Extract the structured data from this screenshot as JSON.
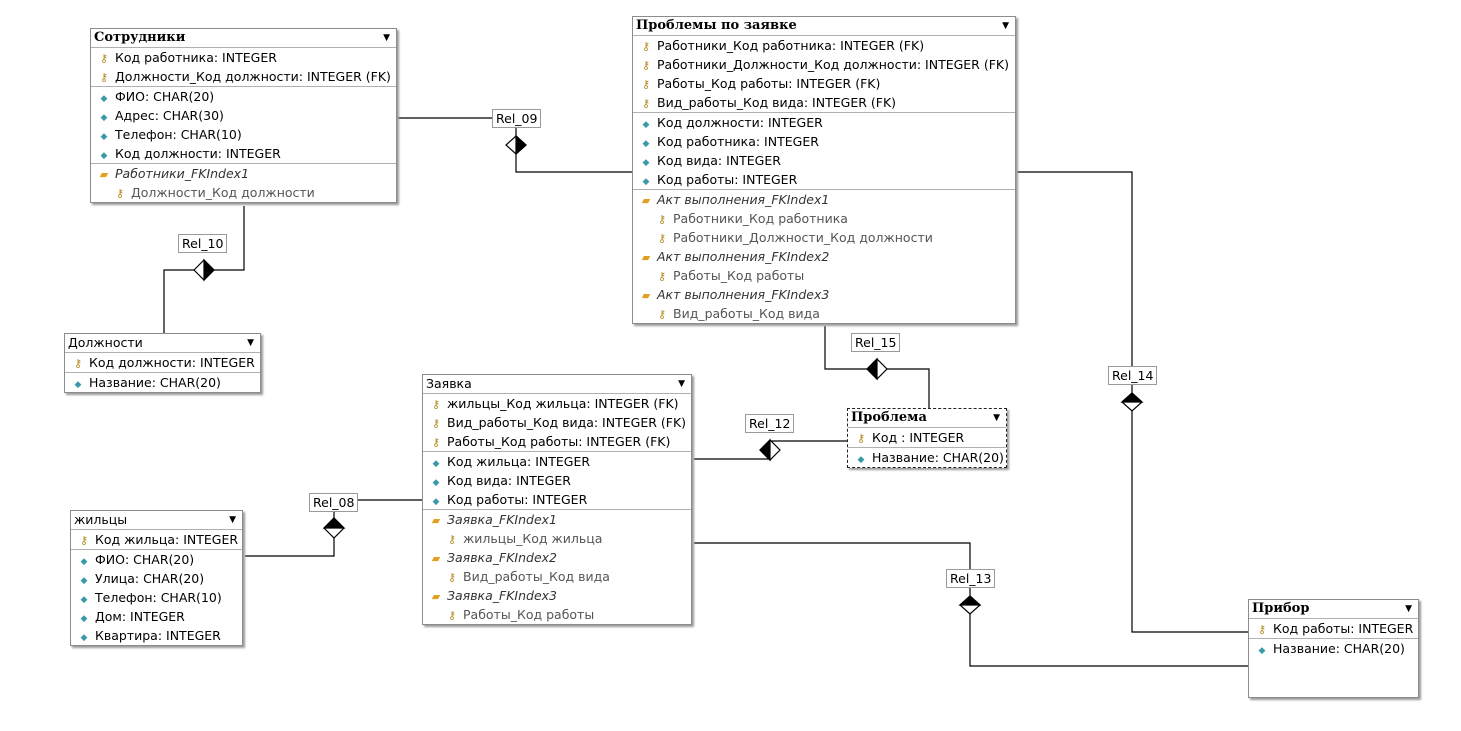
{
  "tables": {
    "sotrudniki": {
      "title": "Сотрудники",
      "keys": [
        "Код работника: INTEGER",
        "Должности_Код должности: INTEGER (FK)"
      ],
      "attrs": [
        "ФИО: CHAR(20)",
        "Адрес: CHAR(30)",
        "Телефон: CHAR(10)",
        "Код должности: INTEGER"
      ],
      "indexes": [
        {
          "name": "Работники_FKIndex1",
          "cols": [
            "Должности_Код должности"
          ]
        }
      ]
    },
    "problemy": {
      "title": "Проблемы по заявке",
      "keys": [
        "Работники_Код работника: INTEGER (FK)",
        "Работники_Должности_Код должности: INTEGER (FK)",
        "Работы_Код работы: INTEGER (FK)",
        "Вид_работы_Код вида: INTEGER (FK)"
      ],
      "attrs": [
        "Код должности: INTEGER",
        "Код работника: INTEGER",
        "Код вида: INTEGER",
        "Код работы: INTEGER"
      ],
      "indexes": [
        {
          "name": "Акт выполнения_FKIndex1",
          "cols": [
            "Работники_Код работника",
            "Работники_Должности_Код должности"
          ]
        },
        {
          "name": "Акт выполнения_FKIndex2",
          "cols": [
            "Работы_Код работы"
          ]
        },
        {
          "name": "Акт выполнения_FKIndex3",
          "cols": [
            "Вид_работы_Код вида"
          ]
        }
      ]
    },
    "dolzhnosti": {
      "title": "Должности",
      "keys": [
        "Код должности: INTEGER"
      ],
      "attrs": [
        "Название: CHAR(20)"
      ],
      "indexes": []
    },
    "zayavka": {
      "title": "Заявка",
      "keys": [
        "жильцы_Код жильца: INTEGER (FK)",
        "Вид_работы_Код вида: INTEGER (FK)",
        "Работы_Код работы: INTEGER (FK)"
      ],
      "attrs": [
        "Код жильца: INTEGER",
        "Код вида: INTEGER",
        "Код работы: INTEGER"
      ],
      "indexes": [
        {
          "name": "Заявка_FKIndex1",
          "cols": [
            "жильцы_Код жильца"
          ]
        },
        {
          "name": "Заявка_FKIndex2",
          "cols": [
            "Вид_работы_Код вида"
          ]
        },
        {
          "name": "Заявка_FKIndex3",
          "cols": [
            "Работы_Код работы"
          ]
        }
      ]
    },
    "problema": {
      "title": "Проблема",
      "keys": [
        "Код        : INTEGER"
      ],
      "attrs": [
        "Название: CHAR(20)"
      ],
      "indexes": []
    },
    "zhiltsy": {
      "title": "жильцы",
      "keys": [
        "Код жильца: INTEGER"
      ],
      "attrs": [
        "ФИО: CHAR(20)",
        "Улица: CHAR(20)",
        "Телефон: CHAR(10)",
        "Дом: INTEGER",
        "Квартира: INTEGER"
      ],
      "indexes": []
    },
    "pribor": {
      "title": "Прибор",
      "keys": [
        "Код работы: INTEGER"
      ],
      "attrs": [
        "Название: CHAR(20)"
      ],
      "indexes": []
    }
  },
  "relations": [
    "Rel_09",
    "Rel_10",
    "Rel_15",
    "Rel_14",
    "Rel_12",
    "Rel_08",
    "Rel_13"
  ]
}
